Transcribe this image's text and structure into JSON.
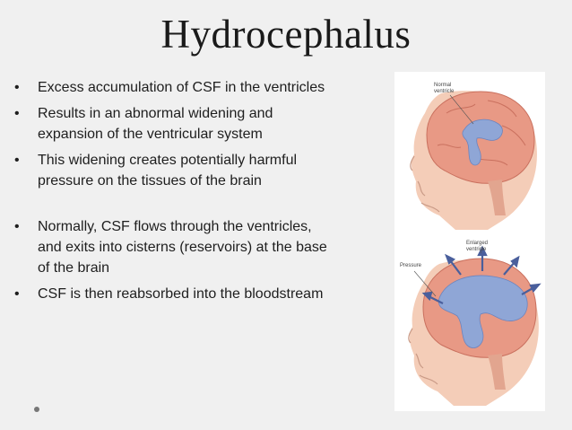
{
  "slide": {
    "title": "Hydrocephalus",
    "bullets": [
      "Excess accumulation of CSF in the ventricles",
      "Results in an abnormal widening and expansion of the ventricular system",
      "This widening creates potentially harmful pressure on the tissues of the brain",
      "Normally, CSF flows through the ventricles, and exits into cisterns (reservoirs) at the base of the brain",
      "CSF is then reabsorbed into the bloodstream"
    ],
    "bullet_symbol": "•"
  },
  "figure": {
    "label_normal": "Normal ventricle",
    "label_enlarged": "Enlarged ventricle",
    "label_pressure": "Pressure",
    "colors": {
      "skin": "#f2c9b4",
      "brain": "#e79a87",
      "ventricle": "#8fa6d6",
      "arrow": "#4a5f9c"
    }
  }
}
